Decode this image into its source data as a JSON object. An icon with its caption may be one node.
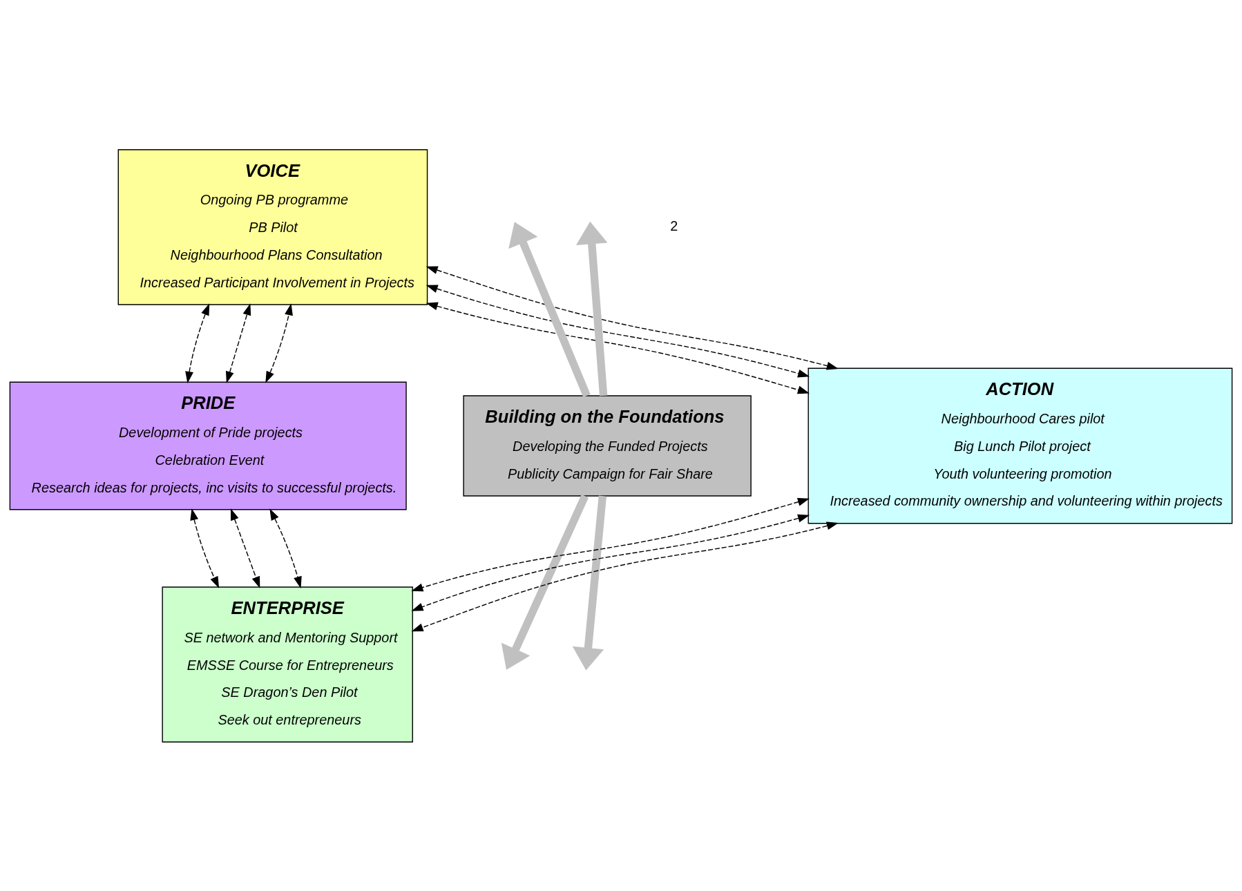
{
  "diagram": {
    "nodes": [
      {
        "text": [
          "VOICE",
          "Ongoing PB programme",
          "PB Pilot",
          "Neighbourhood Plans Consultation",
          "Increased Participant Involvement in Projects"
        ]
      },
      {
        "text": [
          "PRIDE",
          "Development of Pride projects",
          "Celebration Event",
          "Research ideas for projects, inc visits to successful projects."
        ]
      },
      {
        "text": [
          "Building on the Foundations",
          "Developing the Funded Projects",
          "Publicity Campaign for Fair Share"
        ]
      },
      {
        "text": [
          "ACTION",
          "Neighbourhood Cares pilot",
          "Big Lunch Pilot project",
          "Youth volunteering promotion",
          "Increased community ownership and volunteering within projects"
        ]
      },
      {
        "text": [
          "ENTERPRISE",
          "SE network and Mentoring Support",
          "EMSSE Course for Entrepreneurs",
          "SE Dragon’s Den Pilot",
          "Seek out entrepreneurs"
        ]
      }
    ],
    "edges": [
      {
        "from": 2,
        "to": null,
        "arrow": "to",
        "style": "thick",
        "color": "#c0c0c0"
      },
      {
        "from": 2,
        "to": null,
        "arrow": "to",
        "style": "thick",
        "color": "#c0c0c0"
      },
      {
        "from": 2,
        "to": null,
        "arrow": "to",
        "style": "thick",
        "color": "#c0c0c0"
      },
      {
        "from": 2,
        "to": null,
        "arrow": "to",
        "style": "thick",
        "color": "#c0c0c0"
      },
      {
        "from": 1,
        "to": 0,
        "arrow": "both",
        "style": "dashed"
      },
      {
        "from": 1,
        "to": 0,
        "arrow": "both",
        "style": "dashed"
      },
      {
        "from": 1,
        "to": 0,
        "arrow": "both",
        "style": "dashed"
      },
      {
        "from": 0,
        "to": 3,
        "arrow": "both",
        "style": "dashed"
      },
      {
        "from": 0,
        "to": 3,
        "arrow": "both",
        "style": "dashed"
      },
      {
        "from": 0,
        "to": 3,
        "arrow": "both",
        "style": "dashed"
      },
      {
        "from": 1,
        "to": 4,
        "arrow": "both",
        "style": "dashed"
      },
      {
        "from": 1,
        "to": 4,
        "arrow": "both",
        "style": "dashed"
      },
      {
        "from": 1,
        "to": 4,
        "arrow": "both",
        "style": "dashed"
      },
      {
        "from": 3,
        "to": 4,
        "arrow": "both",
        "style": "dashed"
      },
      {
        "from": 3,
        "to": 4,
        "arrow": "both",
        "style": "dashed"
      },
      {
        "from": 3,
        "to": 4,
        "arrow": "both",
        "style": "dashed"
      }
    ],
    "labels": [
      "2"
    ]
  }
}
